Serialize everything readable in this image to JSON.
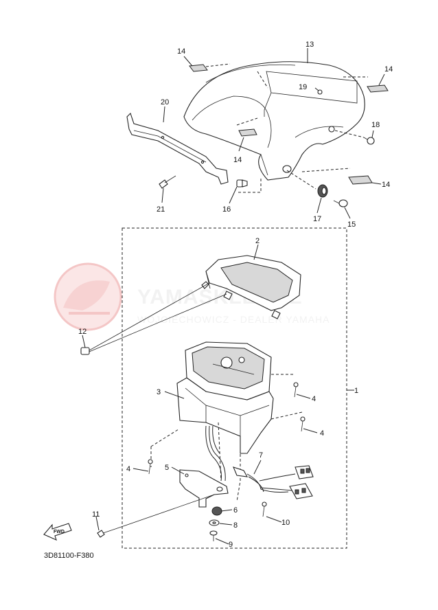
{
  "watermark": {
    "brand": "YAMASKLEP.PL",
    "subtitle": "WOJCIECHOWICZ - DEALER YAMAHA"
  },
  "diagram_code": "3D81100-F380",
  "fwd_label": "FWD",
  "callouts": {
    "p1": "1",
    "p2": "2",
    "p3": "3",
    "p4a": "4",
    "p4b": "4",
    "p4c": "4",
    "p5": "5",
    "p6": "6",
    "p7": "7",
    "p8": "8",
    "p9": "9",
    "p10": "10",
    "p11": "11",
    "p12": "12",
    "p13": "13",
    "p14a": "14",
    "p14b": "14",
    "p14c": "14",
    "p14d": "14",
    "p15": "15",
    "p16": "16",
    "p17": "17",
    "p18": "18",
    "p19": "19",
    "p20": "20",
    "p21": "21"
  },
  "colors": {
    "line": "#222222",
    "watermark": "#f2f2f2",
    "watermark_logo": "#f7d2d2"
  }
}
